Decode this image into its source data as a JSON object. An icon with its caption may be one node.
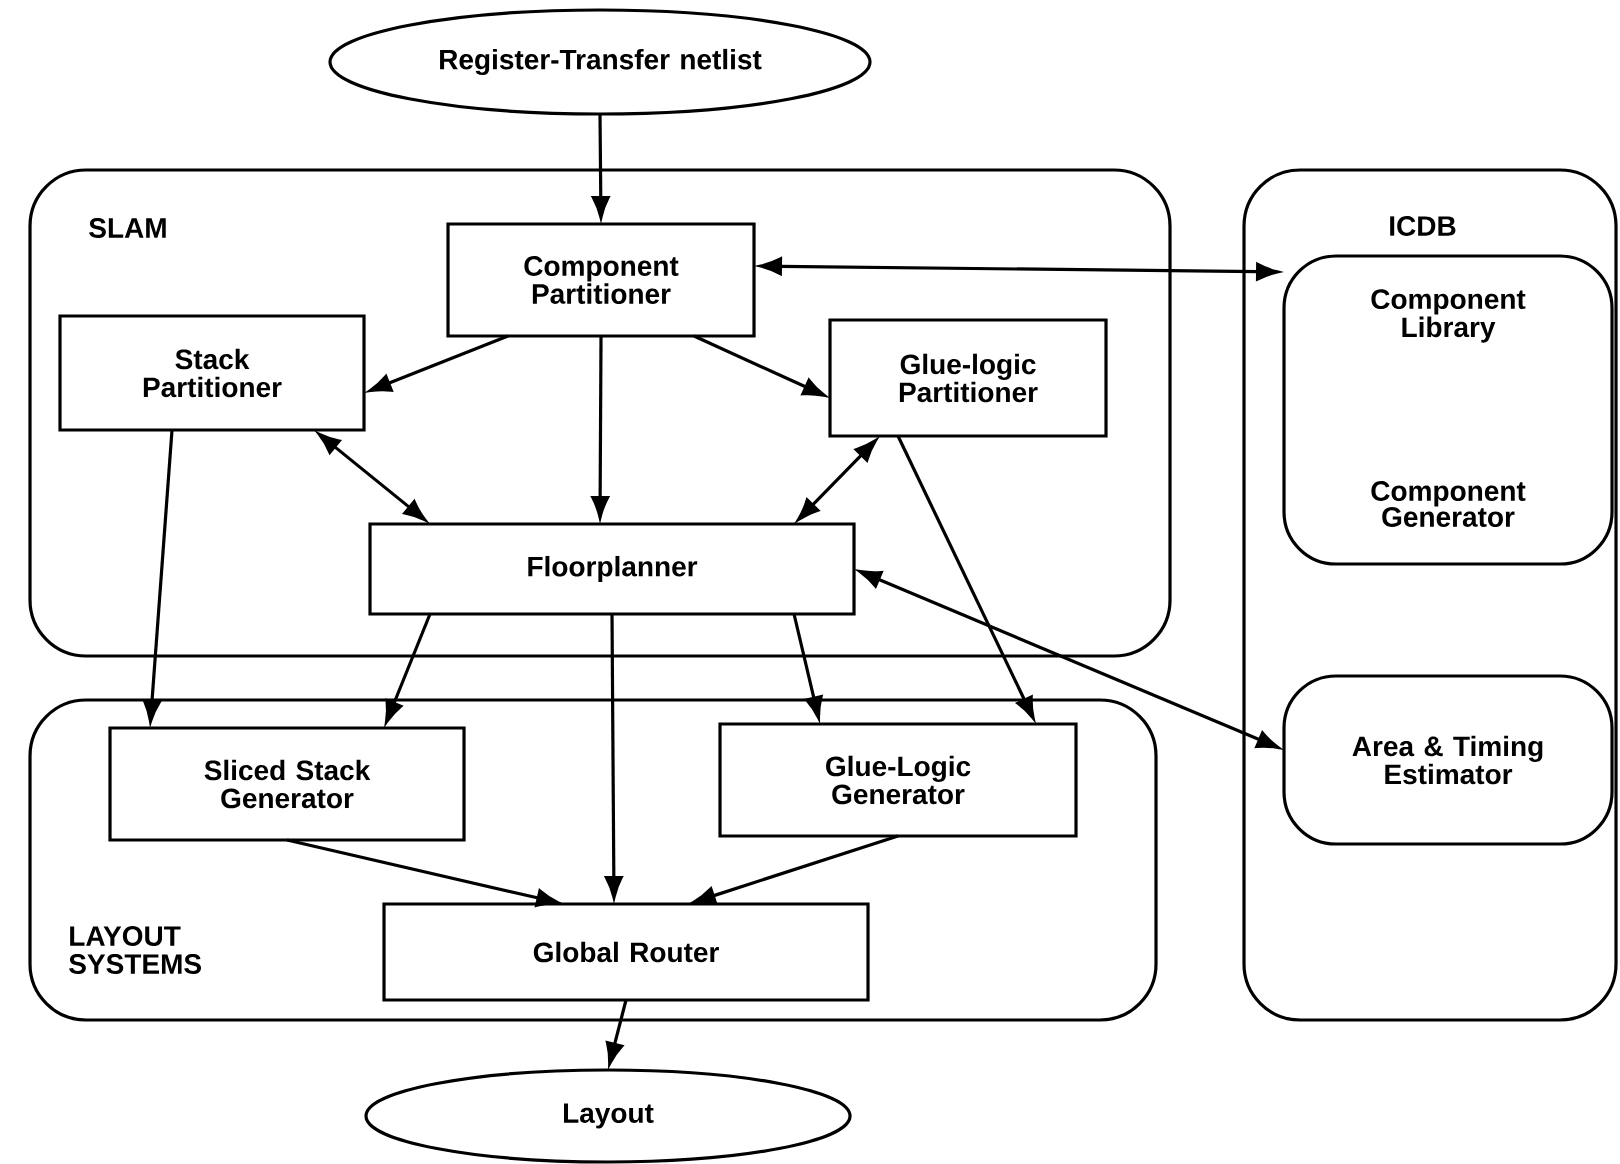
{
  "diagram": {
    "nodes": [
      {
        "text": [
          "Register-Transfer netlist"
        ]
      },
      {
        "text": [
          "SLAM"
        ]
      },
      {
        "text": [
          "Component Partitioner"
        ],
        "in": 1
      },
      {
        "text": [
          "Stack Partitioner"
        ],
        "in": 1
      },
      {
        "text": [
          "Glue-logic Partitioner"
        ],
        "in": 1
      },
      {
        "text": [
          "Floorplanner"
        ],
        "in": 1
      },
      {
        "text": [
          "LAYOUT SYSTEMS"
        ]
      },
      {
        "text": [
          "Sliced Stack Generator"
        ],
        "in": 6
      },
      {
        "text": [
          "Glue-Logic Generator"
        ],
        "in": 6
      },
      {
        "text": [
          "Global Router"
        ],
        "in": 6
      },
      {
        "text": [
          "Layout"
        ]
      },
      {
        "text": [
          "ICDB"
        ]
      },
      {
        "text": [
          "Component Library",
          "Component Generator"
        ],
        "in": 11
      },
      {
        "text": [
          "Area & Timing Estimator"
        ],
        "in": 11
      }
    ],
    "edges": [
      {
        "from": 0,
        "to": 2,
        "arrow": "to"
      },
      {
        "from": 2,
        "to": 3,
        "arrow": "to"
      },
      {
        "from": 2,
        "to": 4,
        "arrow": "to"
      },
      {
        "from": 2,
        "to": 5,
        "arrow": "to"
      },
      {
        "from": 3,
        "to": 5,
        "arrow": "both"
      },
      {
        "from": 4,
        "to": 5,
        "arrow": "both"
      },
      {
        "from": 2,
        "to": 12,
        "arrow": "both"
      },
      {
        "from": 5,
        "to": 13,
        "arrow": "both"
      },
      {
        "from": 3,
        "to": 7,
        "arrow": "to"
      },
      {
        "from": 5,
        "to": 7,
        "arrow": "to"
      },
      {
        "from": 5,
        "to": 9,
        "arrow": "to"
      },
      {
        "from": 5,
        "to": 8,
        "arrow": "to"
      },
      {
        "from": 4,
        "to": 8,
        "arrow": "to"
      },
      {
        "from": 7,
        "to": 9,
        "arrow": "to"
      },
      {
        "from": 8,
        "to": 9,
        "arrow": "to"
      },
      {
        "from": 9,
        "to": 10,
        "arrow": "to"
      }
    ]
  }
}
